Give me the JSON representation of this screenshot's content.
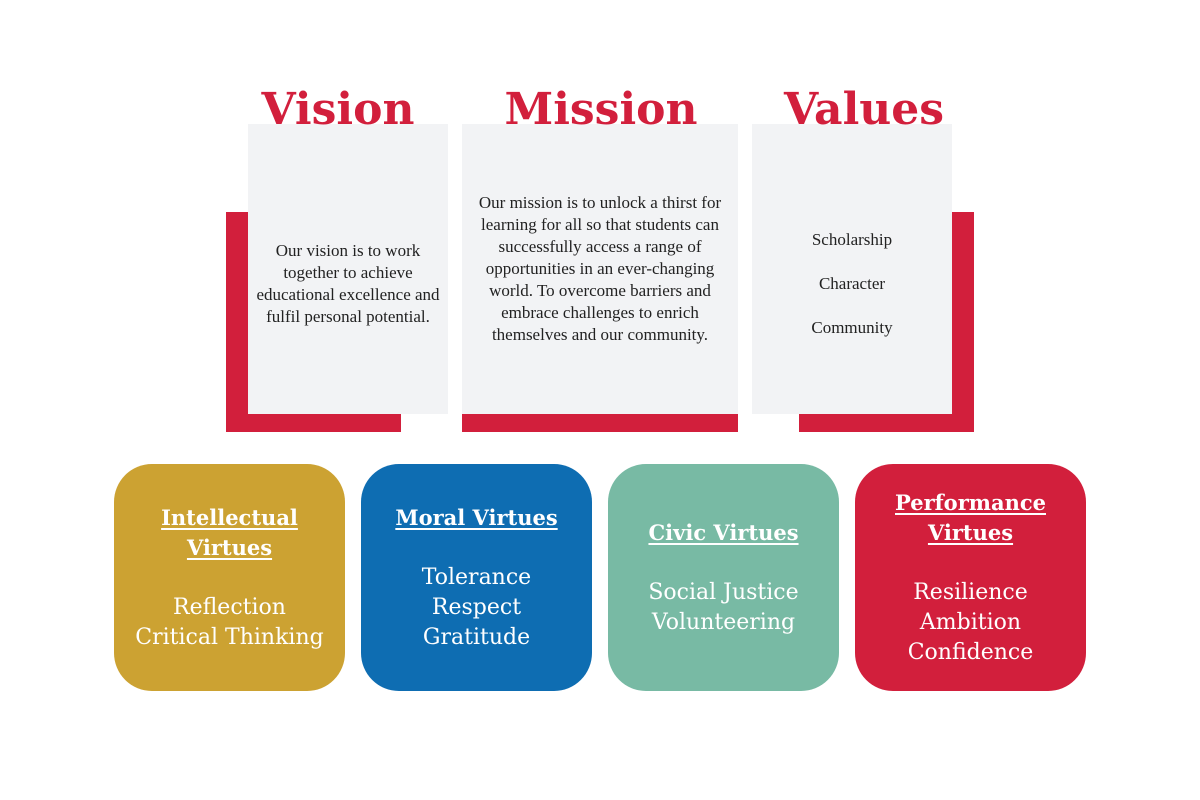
{
  "panels": {
    "vision": {
      "title": "Vision",
      "text": "Our vision is to work together to achieve educational excellence and fulfil personal potential."
    },
    "mission": {
      "title": "Mission",
      "text": "Our mission is to unlock a thirst for learning for all so that students can successfully access a range of opportunities in an ever-changing world. To overcome barriers and embrace challenges to enrich themselves and our community."
    },
    "values": {
      "title": "Values",
      "items": [
        "Scholarship",
        "Character",
        "Community"
      ]
    }
  },
  "virtues": [
    {
      "title": "Intellectual Virtues",
      "items": [
        "Reflection",
        "Critical Thinking"
      ],
      "color": "#cca232"
    },
    {
      "title": "Moral Virtues",
      "items": [
        "Tolerance",
        "Respect",
        "Gratitude"
      ],
      "color": "#0e6db2"
    },
    {
      "title": "Civic Virtues",
      "items": [
        "Social Justice",
        "Volunteering"
      ],
      "color": "#78baa4"
    },
    {
      "title": "Performance Virtues",
      "items": [
        "Resilience",
        "Ambition",
        "Confidence"
      ],
      "color": "#d21f3c"
    }
  ],
  "colors": {
    "accent": "#d21f3c",
    "card_background": "#f2f3f5",
    "text": "#222222"
  }
}
